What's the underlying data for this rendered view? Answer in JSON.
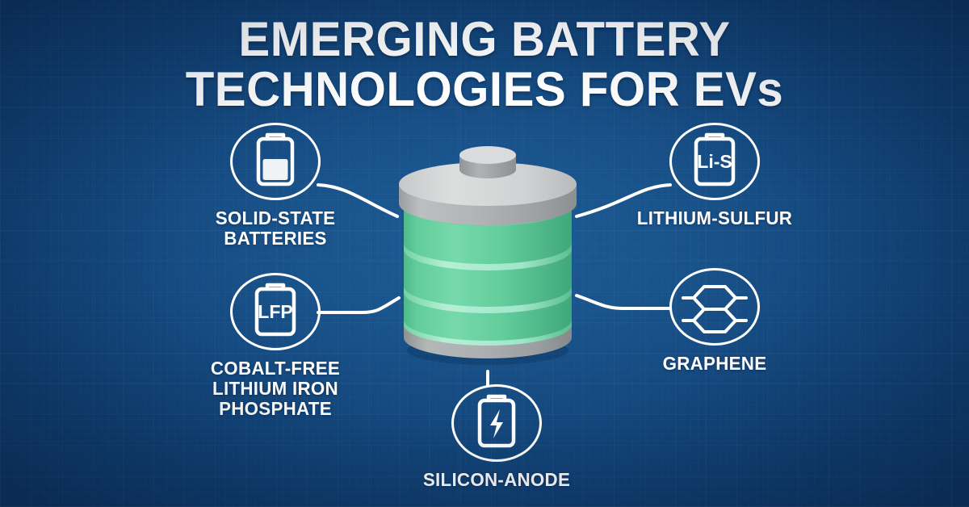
{
  "title": {
    "line1": "EMERGING BATTERY",
    "line2": "TECHNOLOGIES FOR EVs"
  },
  "colors": {
    "background_dark": "#0c3461",
    "background_light": "#1d5b94",
    "title_text": "#ffffff",
    "line_stroke": "#ffffff",
    "battery_body_green": "#5ec898",
    "battery_body_green_light": "#8fe0b8",
    "battery_metal_light": "#d5d7d8",
    "battery_metal_mid": "#b9bcbd",
    "battery_metal_dark": "#8f9294"
  },
  "nodes": [
    {
      "id": "solid-state",
      "icon": "battery-half-icon",
      "icon_text": "",
      "label": "SOLID-STATE\nBATTERIES"
    },
    {
      "id": "cobalt-free",
      "icon": "battery-lfp-icon",
      "icon_text": "LFP",
      "label": "COBALT-FREE\nLITHIUM IRON\nPHOSPHATE"
    },
    {
      "id": "lithium-sulfur",
      "icon": "battery-lis-icon",
      "icon_text": "Li-S",
      "label": "LITHIUM-SULFUR"
    },
    {
      "id": "graphene",
      "icon": "hexagon-lattice-icon",
      "icon_text": "",
      "label": "GRAPHENE"
    },
    {
      "id": "silicon-anode",
      "icon": "battery-bolt-icon",
      "icon_text": "",
      "label": "SILICON-ANODE"
    }
  ],
  "central_graphic": {
    "name": "cylindrical-battery",
    "bands": 2
  }
}
